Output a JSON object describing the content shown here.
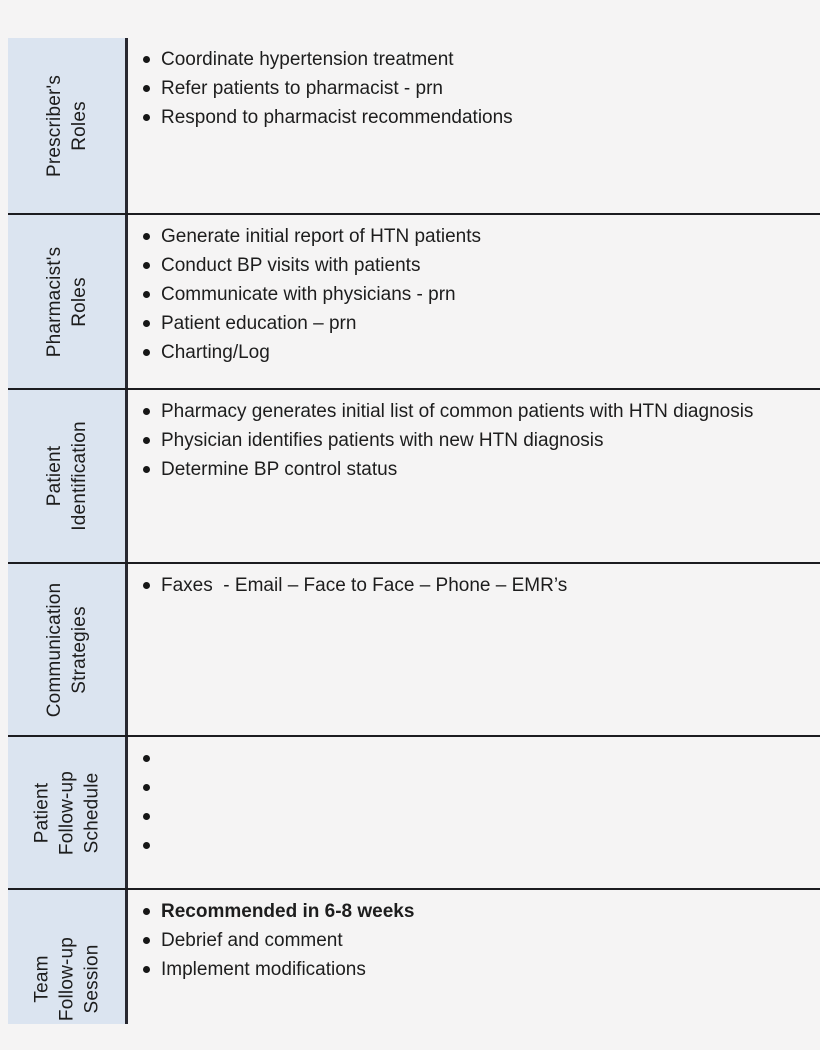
{
  "document": {
    "background": "#f5f4f4",
    "label_cell_bg": "#dbe4f0",
    "border_color": "#1c1c20",
    "text_color": "#1d1d1d",
    "rows": [
      {
        "label": "Prescriber's Roles",
        "label_lines": [
          "Prescriber's",
          "Roles"
        ],
        "items": [
          {
            "text": "Coordinate hypertension treatment",
            "bold": false
          },
          {
            "text": "Refer patients to pharmacist - prn",
            "bold": false
          },
          {
            "text": "Respond to pharmacist recommendations",
            "bold": false
          }
        ]
      },
      {
        "label": "Pharmacist's Roles",
        "label_lines": [
          "Pharmacist's",
          "Roles"
        ],
        "items": [
          {
            "text": "Generate initial report of HTN patients",
            "bold": false
          },
          {
            "text": "Conduct BP visits with patients",
            "bold": false
          },
          {
            "text": "Communicate with physicians - prn",
            "bold": false
          },
          {
            "text": "Patient education – prn",
            "bold": false
          },
          {
            "text": "Charting/Log",
            "bold": false
          }
        ]
      },
      {
        "label": "Patient Identification",
        "label_lines": [
          "Patient",
          "Identification"
        ],
        "items": [
          {
            "text": "Pharmacy generates initial list of common patients with HTN diagnosis",
            "bold": false
          },
          {
            "text": "Physician identifies patients with new HTN diagnosis",
            "bold": false
          },
          {
            "text": "Determine BP control status",
            "bold": false
          }
        ]
      },
      {
        "label": "Communication Strategies",
        "label_lines": [
          "Communication",
          "Strategies"
        ],
        "items": [
          {
            "text": "Faxes  - Email – Face to Face – Phone – EMR’s",
            "bold": false
          }
        ]
      },
      {
        "label": "Patient Follow-up Schedule",
        "label_lines": [
          "Patient",
          "Follow-up",
          "Schedule"
        ],
        "items": [
          {
            "text": "",
            "bold": false
          },
          {
            "text": "",
            "bold": false
          },
          {
            "text": "",
            "bold": false
          },
          {
            "text": "",
            "bold": false
          }
        ]
      },
      {
        "label": "Team Follow-up Session",
        "label_lines": [
          "Team",
          "Follow-up",
          "Session"
        ],
        "items": [
          {
            "text": "Recommended in 6-8 weeks",
            "bold": true
          },
          {
            "text": "Debrief and comment",
            "bold": false
          },
          {
            "text": "Implement modifications",
            "bold": false
          }
        ]
      }
    ]
  }
}
